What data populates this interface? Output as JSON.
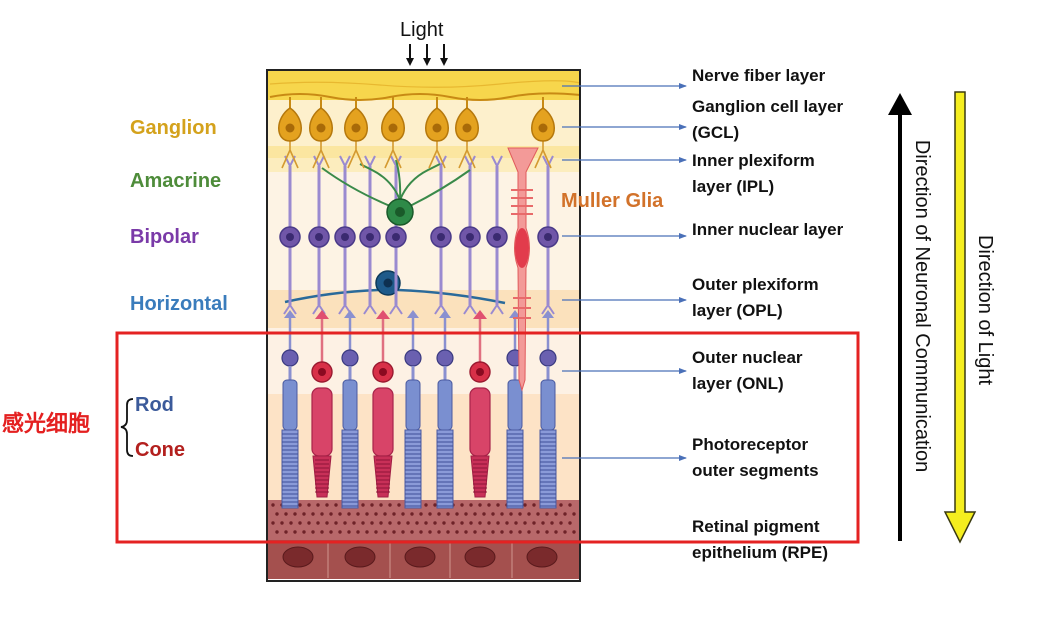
{
  "light_label": "Light",
  "cell_labels": {
    "ganglion": "Ganglion",
    "amacrine": "Amacrine",
    "bipolar": "Bipolar",
    "horizontal": "Horizontal",
    "muller_glia": "Muller Glia"
  },
  "photoreceptors": {
    "group_label": "感光细胞",
    "rod": "Rod",
    "cone": "Cone"
  },
  "layers": [
    {
      "lines": [
        "Nerve fiber layer"
      ]
    },
    {
      "lines": [
        "Ganglion cell layer",
        "(GCL)"
      ]
    },
    {
      "lines": [
        "Inner plexiform",
        "layer (IPL)"
      ]
    },
    {
      "lines": [
        "Inner nuclear layer"
      ]
    },
    {
      "lines": [
        "Outer plexiform",
        "layer (OPL)"
      ]
    },
    {
      "lines": [
        "Outer nuclear",
        "layer (ONL)"
      ]
    },
    {
      "lines": [
        "Photoreceptor",
        "outer segments"
      ]
    },
    {
      "lines": [
        "Retinal pigment",
        "epithelium (RPE)"
      ]
    }
  ],
  "directions": {
    "neuronal_communication": "Direction of Neuronal Communication",
    "light": "Direction of Light"
  },
  "colors": {
    "ganglion": "#d4a21c",
    "amacrine": "#4e8c3a",
    "bipolar": "#7a3aa8",
    "horizontal": "#3a7cbc",
    "muller_glia": "#d2722a",
    "rod": "#3b5a9a",
    "cone": "#b3201e",
    "photoreceptor_group": "#e42020",
    "highlight_box": "#e42222",
    "layer_pointer": "#4a70b8",
    "neuronal_arrow": "#000000",
    "light_arrow": "#f5ee1e"
  }
}
